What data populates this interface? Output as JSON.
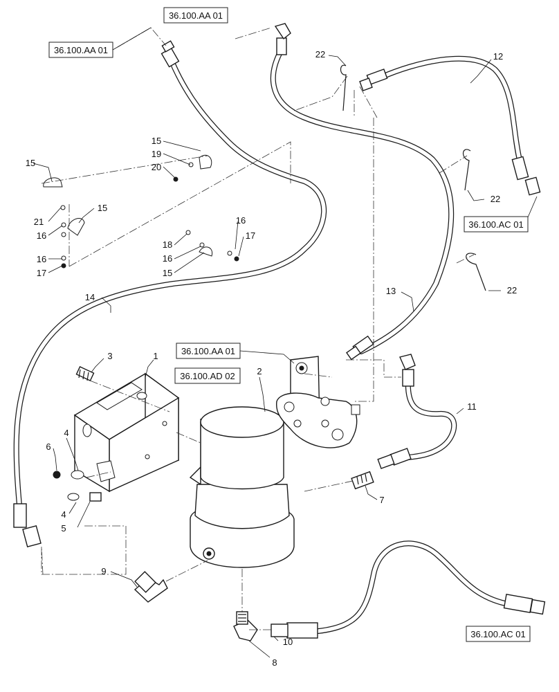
{
  "diagram": {
    "reference_labels": [
      "36.100.AA 01",
      "36.100.AA 01",
      "36.100.AC 01",
      "36.100.AA 01",
      "36.100.AD 02",
      "36.100.AC 01"
    ],
    "callouts": [
      "1",
      "2",
      "3",
      "4",
      "4",
      "5",
      "6",
      "7",
      "8",
      "9",
      "10",
      "11",
      "12",
      "13",
      "14",
      "15",
      "15",
      "15",
      "15",
      "16",
      "16",
      "16",
      "16",
      "17",
      "17",
      "18",
      "19",
      "20",
      "21",
      "22",
      "22",
      "22"
    ]
  }
}
